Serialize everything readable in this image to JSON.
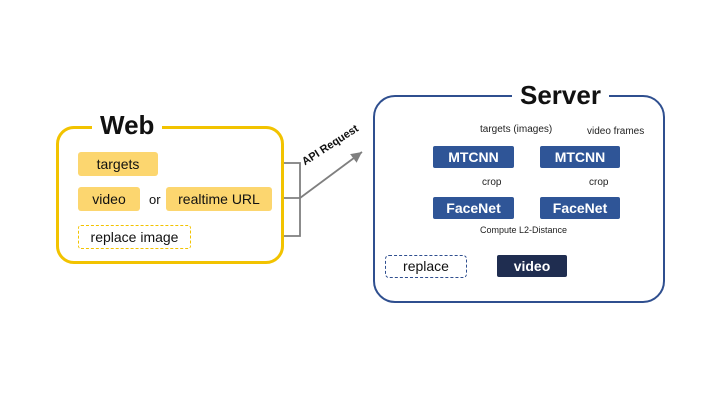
{
  "web": {
    "title": "Web",
    "targets": "targets",
    "video": "video",
    "or": "or",
    "realtime_url": "realtime URL",
    "replace_image": "replace image"
  },
  "connector": {
    "api_request": "API Request"
  },
  "server": {
    "title": "Server",
    "targets_label": "targets (images)",
    "frames_label": "video frames",
    "mtcnn_left": "MTCNN",
    "mtcnn_right": "MTCNN",
    "crop_left": "crop",
    "crop_right": "crop",
    "facenet_left": "FaceNet",
    "facenet_right": "FaceNet",
    "compute": "Compute L2-Distance",
    "replace": "replace",
    "video": "video"
  },
  "colors": {
    "web_border": "#f2c300",
    "chip_fill": "#fcd66f",
    "server_border": "#2f4f8f",
    "node_fill": "#2f5597",
    "node_dark": "#1f2d50",
    "line_gray": "#7f7f7f",
    "line_blue": "#4a72c4"
  }
}
